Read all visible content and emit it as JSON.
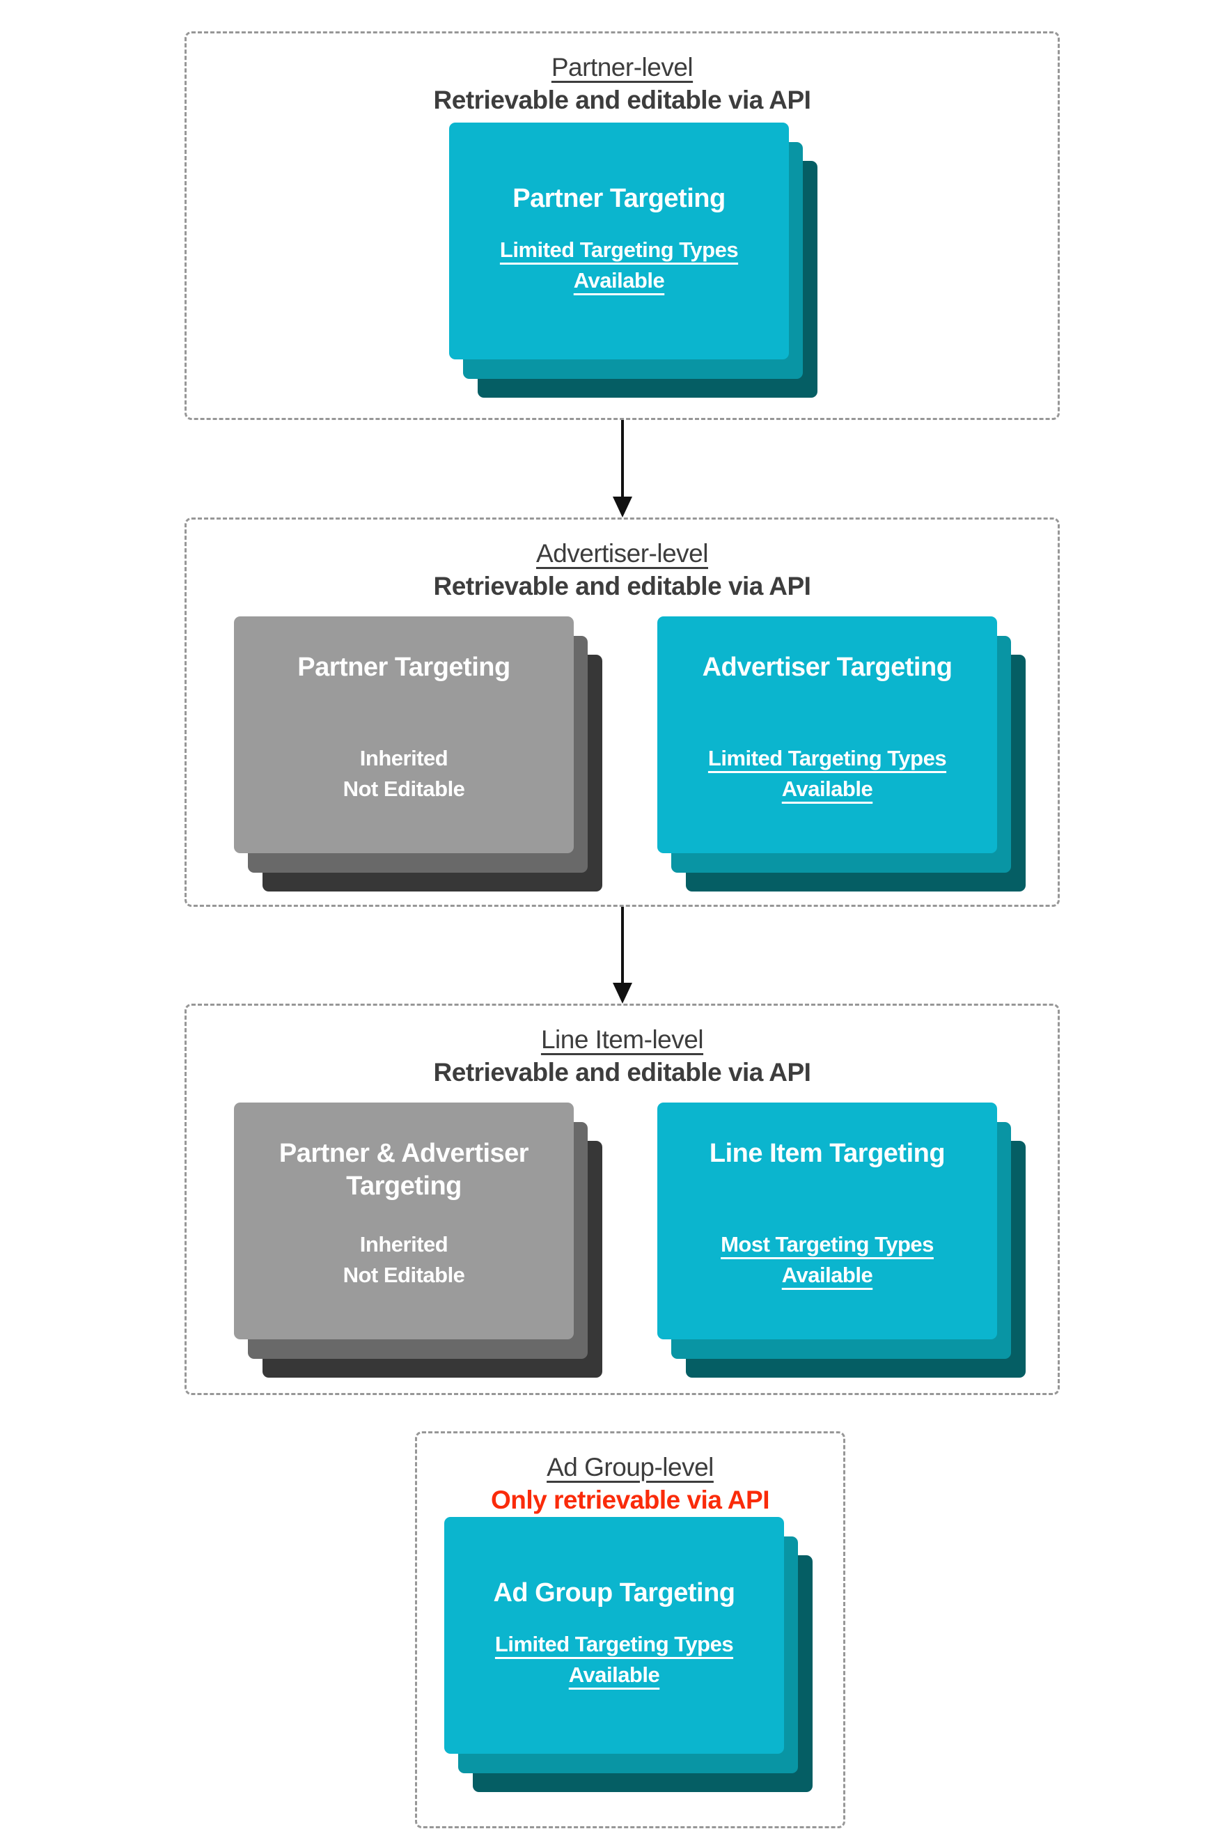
{
  "colors": {
    "teal": "#0BB5CE",
    "teal-mid": "#0995A4",
    "teal-dark": "#055E64",
    "gray": "#9B9B9B",
    "gray-mid": "#696969",
    "gray-dark": "#373737",
    "heading": "#3D3D3D",
    "red": "#FA2B0A",
    "border": "#979797",
    "arrow": "#111111",
    "white": "#FFFFFF",
    "bg": "#FFFFFF"
  },
  "sections": [
    {
      "label": "Partner-level",
      "access": "Retrievable and editable via API",
      "access_color": "dark-gray",
      "cards": [
        {
          "style": "teal",
          "title_lines": [
            "Partner Targeting"
          ],
          "subtitle_lines": [
            "Limited Targeting Types",
            "Available"
          ],
          "subtitle_underlined": true
        }
      ]
    },
    {
      "label": "Advertiser-level",
      "access": "Retrievable and editable via API",
      "access_color": "dark-gray",
      "cards": [
        {
          "style": "gray",
          "title_lines": [
            "Partner Targeting"
          ],
          "subtitle_lines": [
            "Inherited",
            "Not Editable"
          ],
          "subtitle_underlined": false
        },
        {
          "style": "teal",
          "title_lines": [
            "Advertiser Targeting"
          ],
          "subtitle_lines": [
            "Limited Targeting Types",
            "Available"
          ],
          "subtitle_underlined": true
        }
      ]
    },
    {
      "label": "Line Item-level",
      "access": "Retrievable and editable via API",
      "access_color": "dark-gray",
      "cards": [
        {
          "style": "gray",
          "title_lines": [
            "Partner & Advertiser",
            "Targeting"
          ],
          "subtitle_lines": [
            "Inherited",
            "Not Editable"
          ],
          "subtitle_underlined": false
        },
        {
          "style": "teal",
          "title_lines": [
            "Line Item Targeting"
          ],
          "subtitle_lines": [
            "Most Targeting Types",
            "Available"
          ],
          "subtitle_underlined": true
        }
      ]
    },
    {
      "label": "Ad Group-level",
      "access": "Only retrievable via API",
      "access_color": "red",
      "cards": [
        {
          "style": "teal",
          "title_lines": [
            "Ad Group Targeting"
          ],
          "subtitle_lines": [
            "Limited Targeting Types",
            "Available"
          ],
          "subtitle_underlined": true
        }
      ]
    }
  ],
  "arrows": [
    {
      "from": "Partner-level",
      "to": "Advertiser-level",
      "direction": "down"
    },
    {
      "from": "Advertiser-level",
      "to": "Line Item-level",
      "direction": "down"
    }
  ]
}
